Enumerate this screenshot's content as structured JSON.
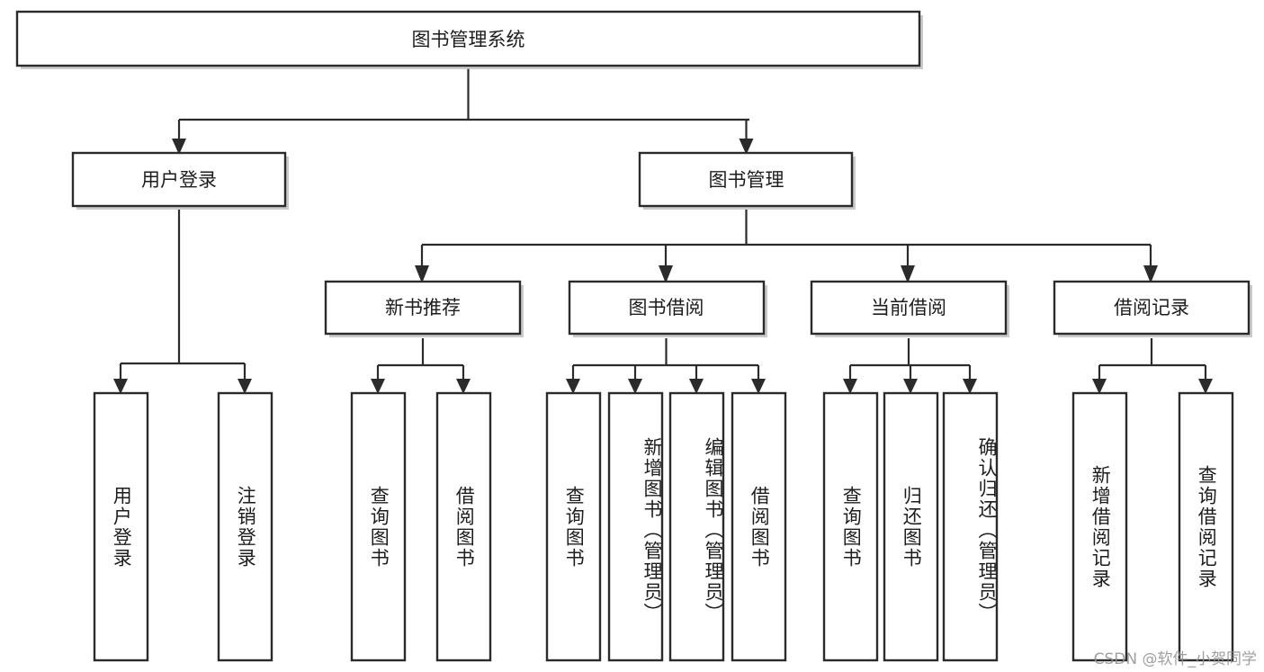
{
  "diagram": {
    "type": "tree",
    "title": "图书管理系统",
    "orientation": "top-down",
    "colors": {
      "box_stroke": "#2b2b2b",
      "box_fill": "#ffffff",
      "connector": "#2b2b2b",
      "text": "#1d1d1d",
      "background": "#ffffff",
      "watermark": "#8f8f8f"
    },
    "nodes": {
      "root": {
        "label": "图书管理系统"
      },
      "level2": [
        {
          "id": "user-login",
          "label": "用户登录"
        },
        {
          "id": "book-manage",
          "label": "图书管理"
        }
      ],
      "level3": [
        {
          "id": "new-book-recommend",
          "label": "新书推荐"
        },
        {
          "id": "book-borrow",
          "label": "图书借阅"
        },
        {
          "id": "current-borrow",
          "label": "当前借阅"
        },
        {
          "id": "borrow-record",
          "label": "借阅记录"
        }
      ],
      "leaves": {
        "user-login": [
          {
            "id": "leaf-user-login",
            "label": "用户登录"
          },
          {
            "id": "leaf-logout",
            "label": "注销登录"
          }
        ],
        "new-book-recommend": [
          {
            "id": "leaf-query-book-1",
            "label": "查询图书"
          },
          {
            "id": "leaf-borrow-book-1",
            "label": "借阅图书"
          }
        ],
        "book-borrow": [
          {
            "id": "leaf-query-book-2",
            "label": "查询图书"
          },
          {
            "id": "leaf-add-book",
            "label": "新增图书（管理员）"
          },
          {
            "id": "leaf-edit-book",
            "label": "编辑图书（管理员）"
          },
          {
            "id": "leaf-borrow-book-2",
            "label": "借阅图书"
          }
        ],
        "current-borrow": [
          {
            "id": "leaf-query-book-3",
            "label": "查询图书"
          },
          {
            "id": "leaf-return-book",
            "label": "归还图书"
          },
          {
            "id": "leaf-confirm-return",
            "label": "确认归还（管理员）"
          }
        ],
        "borrow-record": [
          {
            "id": "leaf-add-record",
            "label": "新增借阅记录"
          },
          {
            "id": "leaf-query-record",
            "label": "查询借阅记录"
          }
        ]
      }
    },
    "watermark": "CSDN @软件_小贺同学"
  }
}
